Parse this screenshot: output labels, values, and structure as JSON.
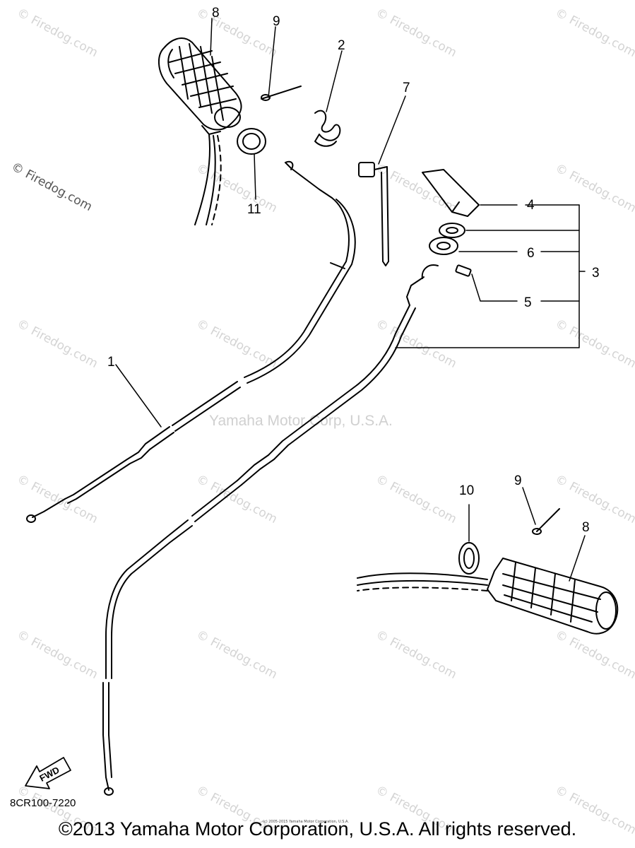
{
  "watermark": "© Firedog.com",
  "center_watermark": "Yamaha Motor Corp, U.S.A.",
  "side_watermark": "© Firedog.com",
  "callouts": {
    "c1": "1",
    "c2": "2",
    "c3": "3",
    "c4": "4",
    "c5": "5",
    "c6": "6",
    "c7": "7",
    "c8a": "8",
    "c8b": "8",
    "c9a": "9",
    "c9b": "9",
    "c10": "10",
    "c11": "11"
  },
  "fwd_label": "FWD",
  "diagram_code": "8CR100-7220",
  "tiny_notice": "(c) 2005-2015 Yamaha Motor Corporation, U.S.A.",
  "copyright": "©2013 Yamaha Motor Corporation, U.S.A. All rights reserved.",
  "colors": {
    "line": "#000000",
    "watermark": "#d4d4d4"
  }
}
